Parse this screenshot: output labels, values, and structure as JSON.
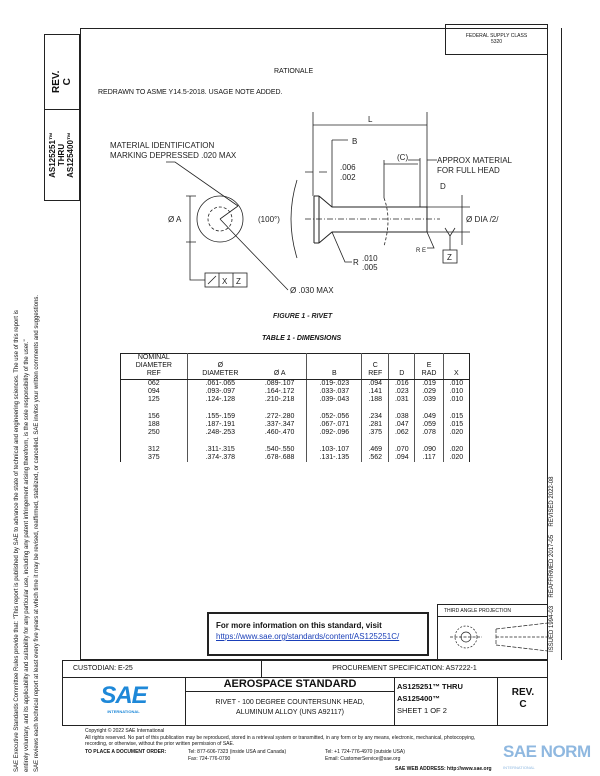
{
  "side_block": {
    "rev_label": "REV.",
    "rev_value": "C",
    "doc_line1": "AS125251™",
    "doc_line2": "THRU",
    "doc_line3": "AS125400™"
  },
  "disclaimer": {
    "line1": "SAE Executive Standards Committee Rules provide that: \"This report is published by SAE to advance the state of technical and engineering sciences. The use of this report is",
    "line2": "entirely voluntary, and its applicability and suitability for any particular use, including any patent infringement arising therefrom, is the sole responsibility of the user.\"",
    "line3": "SAE reviews each technical report at least every five years at which time it may be revised, reaffirmed, stabilized, or cancelled. SAE invites your written comments and suggestions."
  },
  "fsc_box": {
    "line1": "FEDERAL SUPPLY CLASS",
    "line2": "5320"
  },
  "history": {
    "issued": "ISSUED 1994-03",
    "reaffirmed": "REAFFIRMED 2017-05",
    "revised": "REVISED 2022-08"
  },
  "rationale": {
    "heading": "RATIONALE",
    "text": "REDRAWN TO ASME Y14.5-2018. USAGE NOTE ADDED."
  },
  "figure": {
    "caption": "FIGURE 1 - RIVET",
    "label_marking1": "MATERIAL IDENTIFICATION",
    "label_marking2": "MARKING DEPRESSED .020 MAX",
    "dim_L": "L",
    "dim_B": "B",
    "dim_006": ".006",
    "dim_002": ".002",
    "dim_C": "(C)",
    "approx1": "APPROX MATERIAL",
    "approx2": "FOR FULL HEAD",
    "dim_D": "D",
    "dia_A": "Ø A",
    "angle": "(100°)",
    "dia_label": "Ø DIA /2/",
    "r_label": "R",
    "r_010": ".010",
    "r_005": ".005",
    "re_label": "R E",
    "datum_z": "Z",
    "fcf_x": "X",
    "fcf_z": "Z",
    "max_030": "Ø .030 MAX"
  },
  "table": {
    "title": "TABLE 1 - DIMENSIONS",
    "headers": [
      {
        "l1": "NOMINAL",
        "l2": "DIAMETER",
        "l3": "REF"
      },
      {
        "l1": "",
        "l2": "Ø",
        "l3": "DIAMETER"
      },
      {
        "l1": "",
        "l2": "",
        "l3": "Ø A"
      },
      {
        "l1": "",
        "l2": "",
        "l3": "B"
      },
      {
        "l1": "",
        "l2": "C",
        "l3": "REF"
      },
      {
        "l1": "",
        "l2": "",
        "l3": "D"
      },
      {
        "l1": "",
        "l2": "E",
        "l3": "RAD"
      },
      {
        "l1": "",
        "l2": "",
        "l3": "X"
      }
    ],
    "rows": [
      [
        "062",
        ".061-.065",
        ".089-.107",
        ".019-.023",
        ".094",
        ".016",
        ".019",
        ".010"
      ],
      [
        "094",
        ".093-.097",
        ".164-.172",
        ".033-.037",
        ".141",
        ".023",
        ".029",
        ".010"
      ],
      [
        "125",
        ".124-.128",
        ".210-.218",
        ".039-.043",
        ".188",
        ".031",
        ".039",
        ".010"
      ],
      [
        "156",
        ".155-.159",
        ".272-.280",
        ".052-.056",
        ".234",
        ".038",
        ".049",
        ".015"
      ],
      [
        "188",
        ".187-.191",
        ".337-.347",
        ".067-.071",
        ".281",
        ".047",
        ".059",
        ".015"
      ],
      [
        "250",
        ".248-.253",
        ".460-.470",
        ".092-.096",
        ".375",
        ".062",
        ".078",
        ".020"
      ],
      [
        "312",
        ".311-.315",
        ".540-.550",
        ".103-.107",
        ".469",
        ".070",
        ".090",
        ".020"
      ],
      [
        "375",
        ".374-.378",
        ".678-.688",
        ".131-.135",
        ".562",
        ".094",
        ".117",
        ".020"
      ]
    ]
  },
  "info_box": {
    "text": "For more information on this standard, visit",
    "link": "https://www.sae.org/standards/content/AS125251C/"
  },
  "projection": {
    "label": "THIRD ANGLE PROJECTION"
  },
  "custodian": "CUSTODIAN: E-25",
  "procurement": "PROCUREMENT SPECIFICATION: AS7222-1",
  "title_block": {
    "logo_text": "SAE",
    "logo_sub": "INTERNATIONAL",
    "heading": "AEROSPACE STANDARD",
    "desc1": "RIVET - 100 DEGREE COUNTERSUNK HEAD,",
    "desc2": "ALUMINUM ALLOY (UNS A92117)",
    "doc1": "AS125251™ THRU",
    "doc2": "AS125400™",
    "sheet": "SHEET 1 OF 2",
    "rev_label": "REV.",
    "rev_value": "C"
  },
  "footer": {
    "copyright": "Copyright © 2022 SAE International",
    "rights": "All rights reserved. No part of this publication may be reproduced, stored in a retrieval system or transmitted, in any form or by any means, electronic, mechanical, photocopying,",
    "rights2": "recording, or otherwise, without the prior written permission of SAE.",
    "order": "TO PLACE A DOCUMENT ORDER:",
    "tel_us": "Tel: 877-606-7323 (inside USA and Canada)",
    "fax": "Fax: 724-776-0790",
    "tel_intl": "Tel: +1 724-776-4970 (outside USA)",
    "email": "Email: CustomerService@sae.org",
    "web": "SAE WEB ADDRESS: http://www.sae.org"
  },
  "watermark": {
    "text": "SAE NORM",
    "sub": "INTERNATIONAL"
  },
  "colors": {
    "sae_blue": "#1e88d8",
    "link": "#1a3fb8",
    "watermark": "#8fb8e0"
  }
}
